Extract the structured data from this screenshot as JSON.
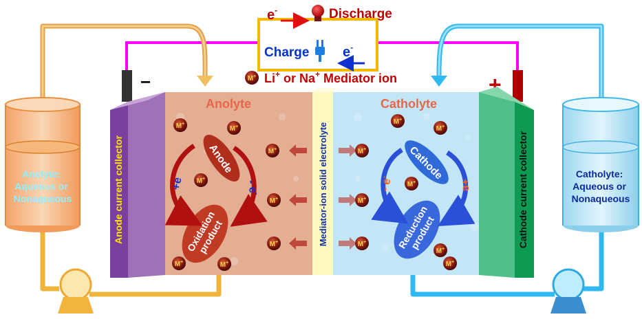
{
  "circuit": {
    "electron_symbol": "e",
    "electron_charge": "-",
    "discharge_label": "Discharge",
    "charge_label": "Charge"
  },
  "mediator_legend": {
    "badge": "M",
    "badge_charge": "+",
    "text_before": "Li",
    "ion_charge": "+",
    "text_middle": " or Na",
    "text_after": " Mediator ion"
  },
  "terminals": {
    "negative": "−",
    "positive": "+"
  },
  "anode_side": {
    "collector_label": "Anode current collector",
    "chamber_title": "Anolyte",
    "electrode_label": "Anode",
    "product_line1": "Oxidation",
    "product_line2": "product",
    "electron_plus": "+e",
    "electron_minus": "- e",
    "electron_minus_charge": "-",
    "tank_label_line1": "Anolyte:",
    "tank_label_line2": "Aqueous or",
    "tank_label_line3": "Nonaqueous"
  },
  "cathode_side": {
    "collector_label": "Cathode current collector",
    "chamber_title": "Catholyte",
    "electrode_label": "Cathode",
    "product_line1": "Reduction",
    "product_line2": "product",
    "electron_minus": "- e",
    "electron_minus_charge": "-",
    "electron_plus": "+e",
    "tank_label_line1": "Catholyte:",
    "tank_label_line2": "Aqueous or",
    "tank_label_line3": "Nonaqueous"
  },
  "membrane": {
    "label": "Mediator-ion solid electrolyte"
  },
  "colors": {
    "anolyte": "#e0a888",
    "catholyte": "#bfe4f5",
    "anode_collector": "#7b3fa0",
    "cathode_collector": "#0f9a52",
    "membrane": "#fff9c0",
    "wire": "#ff00ff",
    "circuit_box": "#f5b800",
    "discharge_text": "#c00000",
    "charge_text": "#0033cc"
  }
}
